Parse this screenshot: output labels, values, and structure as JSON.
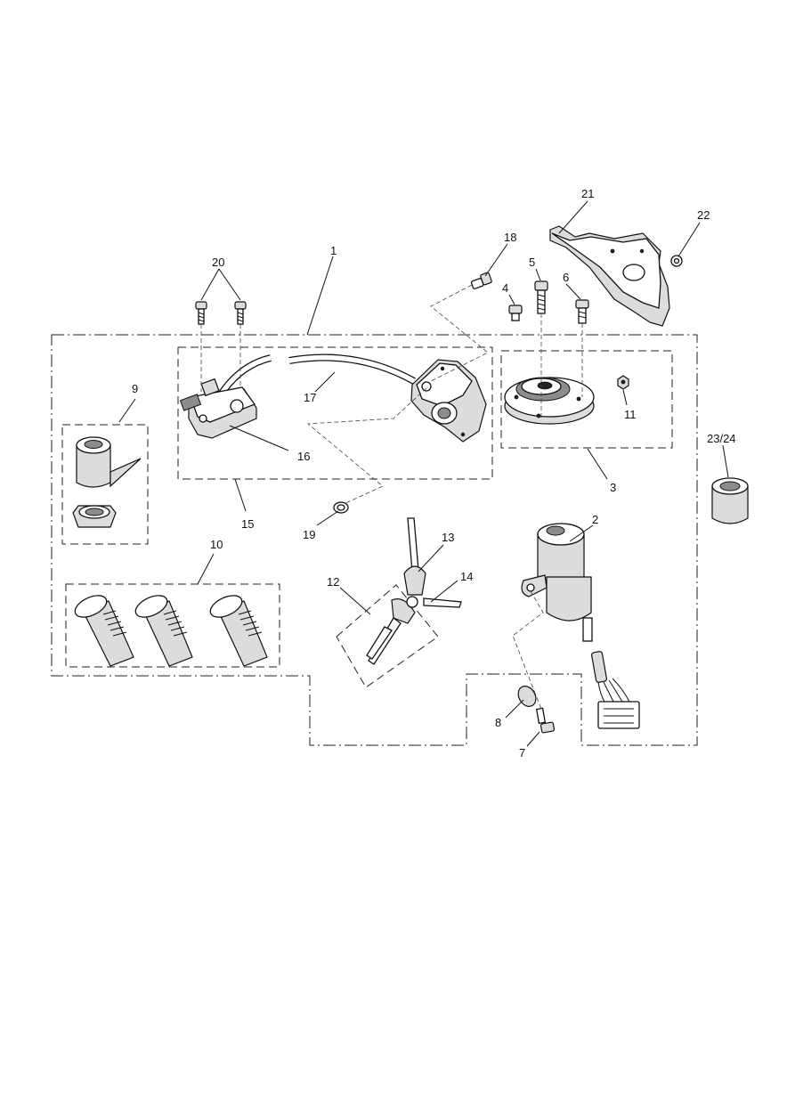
{
  "callouts": {
    "c1": "1",
    "c2": "2",
    "c3": "3",
    "c4": "4",
    "c5": "5",
    "c6": "6",
    "c7": "7",
    "c8": "8",
    "c9": "9",
    "c10": "10",
    "c11": "11",
    "c12": "12",
    "c13": "13",
    "c14": "14",
    "c15": "15",
    "c16": "16",
    "c17": "17",
    "c18": "18",
    "c19": "19",
    "c20": "20",
    "c21": "21",
    "c22": "22",
    "c23_24": "23/24"
  }
}
